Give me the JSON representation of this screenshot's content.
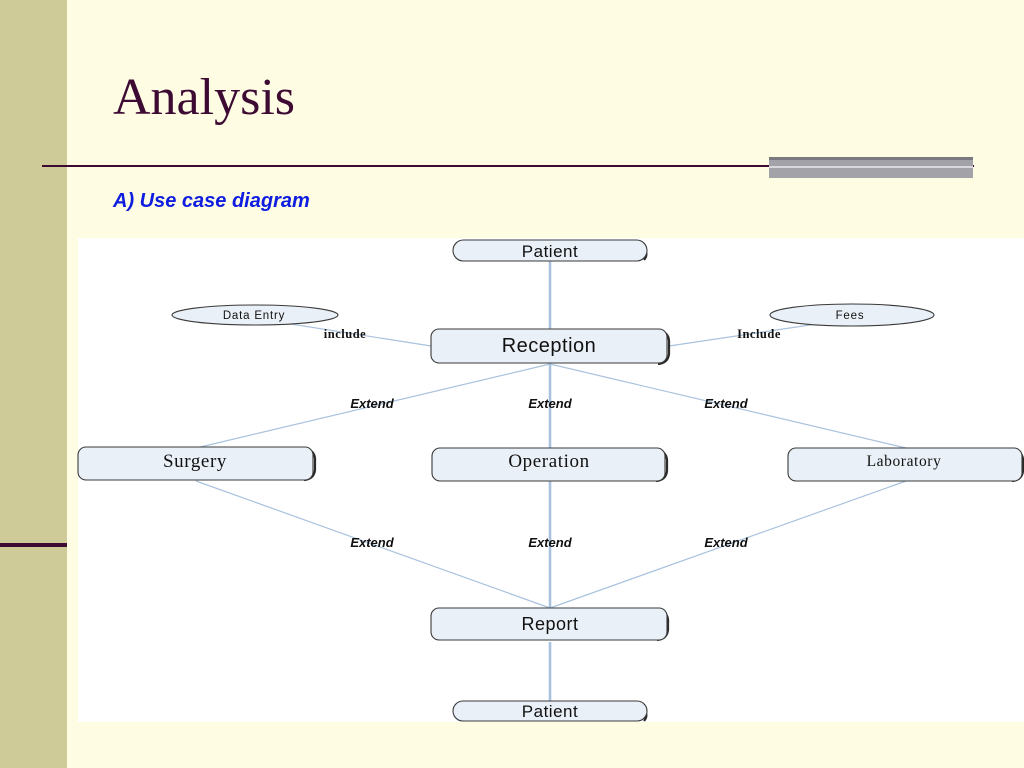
{
  "slide": {
    "title": "Analysis",
    "subtitle": "A) Use case diagram",
    "colors": {
      "background": "#fefde4",
      "sidebar": "#cfcb98",
      "title": "#3d0a33",
      "subtitle": "#0f1de0"
    }
  },
  "diagram": {
    "nodes": {
      "patient_top": "Patient",
      "data_entry": "Data Entry",
      "fees": "Fees",
      "reception": "Reception",
      "surgery": "Surgery",
      "operation": "Operation",
      "laboratory": "Laboratory",
      "report": "Report",
      "patient_bottom": "Patient"
    },
    "edges": {
      "data_entry_reception": "include",
      "fees_reception": "Include",
      "reception_surgery": "Extend",
      "reception_operation": "Extend",
      "reception_laboratory": "Extend",
      "surgery_report": "Extend",
      "operation_report": "Extend",
      "laboratory_report": "Extend"
    }
  }
}
